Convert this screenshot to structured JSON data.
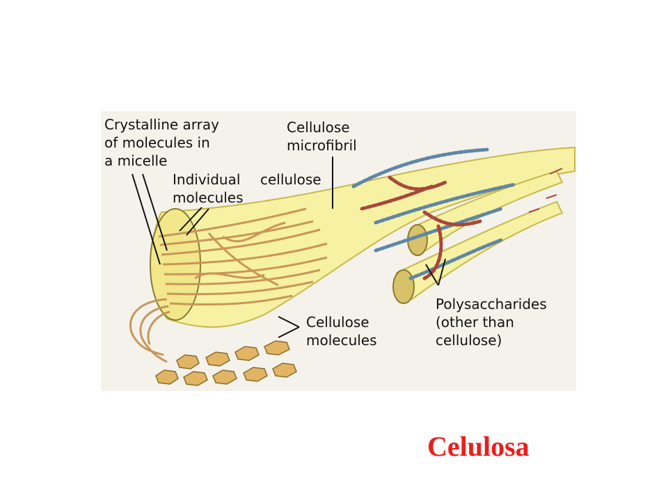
{
  "diagram": {
    "labels": {
      "crystalline": [
        "Crystalline array",
        "of molecules in",
        "a micelle"
      ],
      "individual": [
        "Individual",
        "molecules"
      ],
      "cellulose_word": "cellulose",
      "microfibril": [
        "Cellulose",
        "microfibril"
      ],
      "cellulose_molecules": [
        "Cellulose",
        "molecules"
      ],
      "polysaccharides": [
        "Polysaccharides",
        "(other than",
        "cellulose)"
      ]
    },
    "colors": {
      "panel": "#f4f2ea",
      "fibril": "#f7f1a3",
      "fibril_edge": "#c8b84a",
      "strand": "#c9955a",
      "hexagon": "#e2b564",
      "blue_chain": "#5f86a6",
      "red_chain": "#a9463a"
    }
  },
  "caption": {
    "text": "Celulosa",
    "color": "#ee1c1c"
  }
}
